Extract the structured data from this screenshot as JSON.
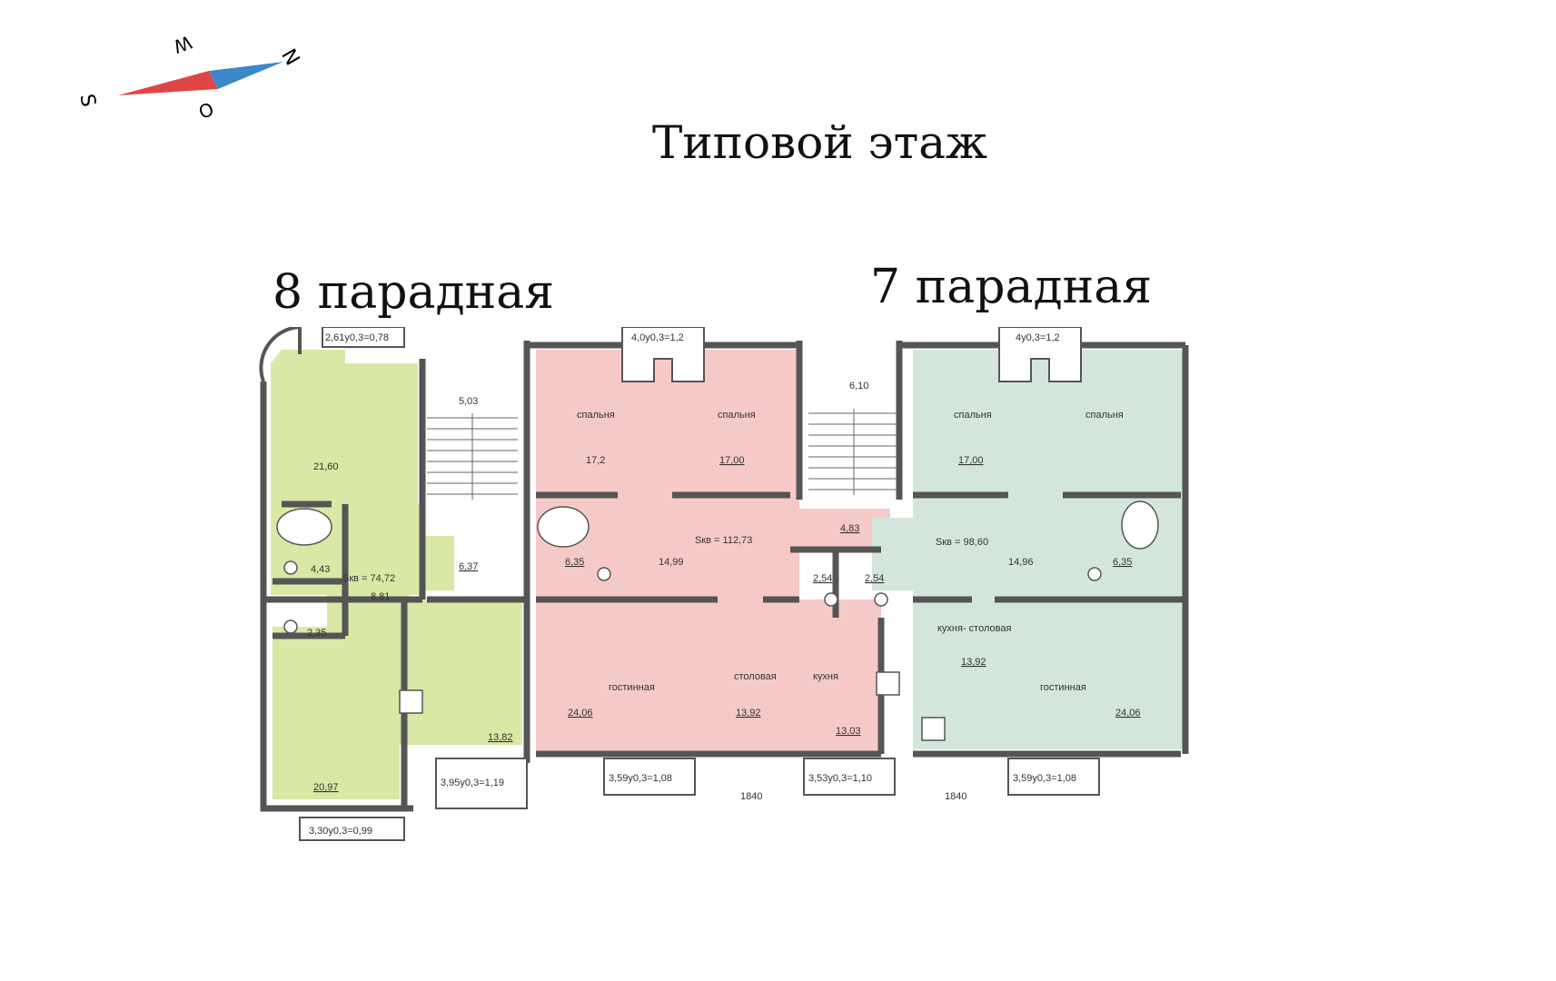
{
  "title": "Типовой этаж",
  "entrances": {
    "left": "8 парадная",
    "right": "7 парадная"
  },
  "compass": {
    "n": "N",
    "s": "S",
    "w": "W",
    "o": "O"
  },
  "colors": {
    "apt_left": "#d9e8a4",
    "apt_middle": "#f6c9c9",
    "apt_right": "#d4e6dc",
    "walls": "#555555"
  },
  "balconies": {
    "b1": "2,61у0,3=0,78",
    "b2": "3,30у0,3=0,99",
    "b3": "3,95у0,3=1,19",
    "b4": "4,0у0,3=1,2",
    "b5": "3,59у0,3=1,08",
    "b6": "3,53у0,3=1,10",
    "b7": "4у0,3=1,2",
    "b8": "3,59у0,3=1,08"
  },
  "stairs": {
    "s1": "5,03",
    "s2": "6,37",
    "s3": "6,10",
    "s4": "4,83"
  },
  "apartment_left": {
    "total": "Sкв = 74,72",
    "r1": "21,60",
    "r2": "4,43",
    "r3": "8,81",
    "r4": "2,35",
    "r5": "20,97",
    "r6": "13,82"
  },
  "apartment_middle": {
    "total": "Sкв = 112,73",
    "bed1_label": "спальня",
    "bed1": "17,2",
    "bed2_label": "спальня",
    "bed2": "17,00",
    "bath": "6,35",
    "hall": "14,99",
    "wc1": "2,54",
    "wc2": "2,54",
    "living_label": "гостинная",
    "living": "24,06",
    "dining_label": "столовая",
    "dining": "13,92",
    "kitchen_label": "кухня",
    "kitchen": "13,03"
  },
  "apartment_right": {
    "total": "Sкв = 98,60",
    "bed1_label": "спальня",
    "bed1": "17,00",
    "bed2_label": "спальня",
    "hall": "14,96",
    "bath": "6,35",
    "kitchen_label": "кухня-\nстоловая",
    "kitchen": "13,92",
    "living_label": "гостинная",
    "living": "24,06"
  },
  "dims": {
    "d1": "1840",
    "d2": "1840"
  }
}
